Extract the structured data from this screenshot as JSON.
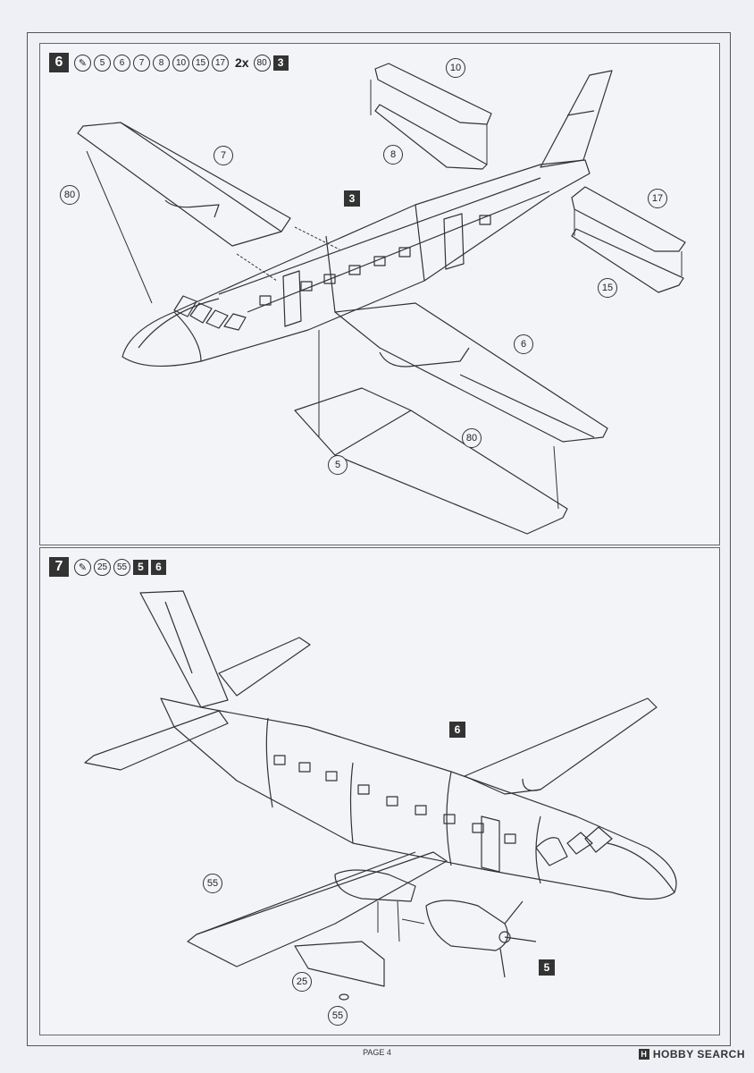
{
  "step6": {
    "number": "6",
    "header_parts": [
      "5",
      "6",
      "7",
      "8",
      "10",
      "15",
      "17"
    ],
    "qty": "2x",
    "qty_part": "80",
    "ref": "3",
    "callouts": {
      "c7": "7",
      "c80a": "80",
      "c10": "10",
      "c8": "8",
      "c17": "17",
      "c15": "15",
      "c6": "6",
      "c80b": "80",
      "c5": "5"
    },
    "sub_ref": "3"
  },
  "step7": {
    "number": "7",
    "header_parts": [
      "25",
      "55"
    ],
    "refs": [
      "5",
      "6"
    ],
    "callouts": {
      "c55a": "55",
      "c25": "25",
      "c55b": "55"
    },
    "sub_ref_6": "6",
    "sub_ref_5": "5"
  },
  "footer": {
    "page": "PAGE 4",
    "watermark": "HOBBY SEARCH"
  },
  "icons": {
    "glue": "glue-tube-icon"
  }
}
